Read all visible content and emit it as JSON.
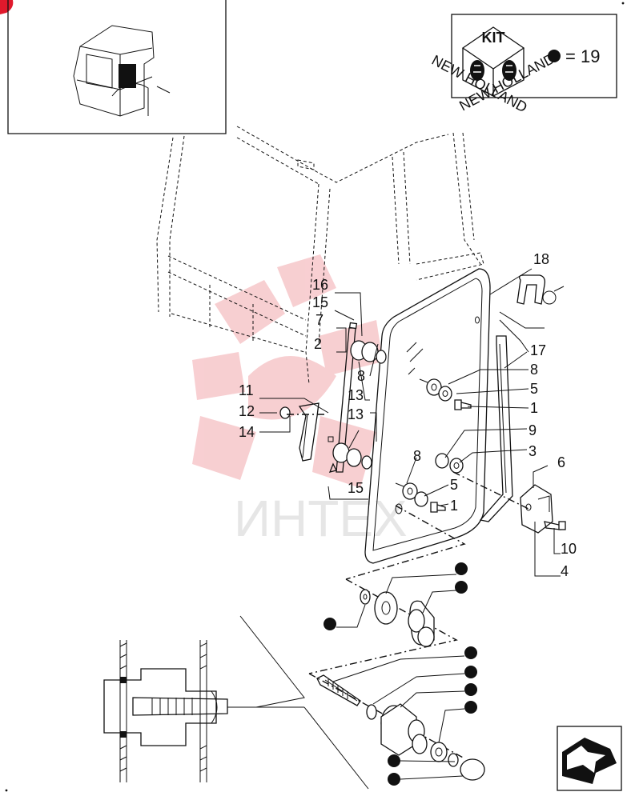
{
  "kit": {
    "badge_text": "KIT",
    "brand_text": "NEW HOLLAND",
    "equals_text": "= 19"
  },
  "watermark": {
    "text": "ИНТЕХ"
  },
  "part_labels": [
    "18",
    "16",
    "15",
    "7",
    "2",
    "17",
    "8",
    "5",
    "1",
    "11",
    "12",
    "14",
    "13",
    "8",
    "13",
    "9",
    "3",
    "6",
    "8",
    "5",
    "1",
    "15",
    "10",
    "4"
  ],
  "colors": {
    "watermark_red": "#f2a8ad",
    "logo_red": "#e0192c",
    "line": "#111111"
  },
  "icons": {
    "nav_arrow": "next-page-arrow-icon"
  }
}
